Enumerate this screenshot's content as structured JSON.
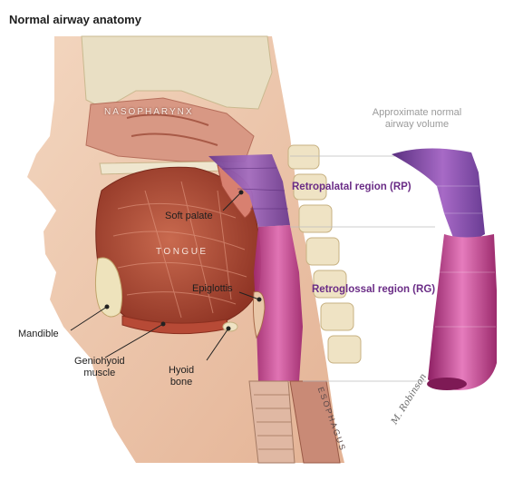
{
  "title": "Normal airway anatomy",
  "labels": {
    "nasopharynx": "NASOPHARYNX",
    "soft_palate": "Soft palate",
    "tongue": "TONGUE",
    "epiglottis": "Epiglottis",
    "mandible": "Mandible",
    "geniohyoid": [
      "Geniohyoid",
      "muscle"
    ],
    "hyoid": [
      "Hyoid",
      "bone"
    ],
    "esophagus": "ESOPHAGUS"
  },
  "regions": {
    "rp": "Retropalatal region (RP)",
    "rg": "Retroglossal region (RG)"
  },
  "volume_note": [
    "Approximate normal",
    "airway volume"
  ],
  "signature": "M. Robinson",
  "colors": {
    "skin": "#ecc3a5",
    "muscle": "#b5523d",
    "tissue_pink": "#d99a86",
    "airway_rp": "#8e4fa8",
    "airway_rg": "#c5418e",
    "region_text": "#6a2c86"
  }
}
